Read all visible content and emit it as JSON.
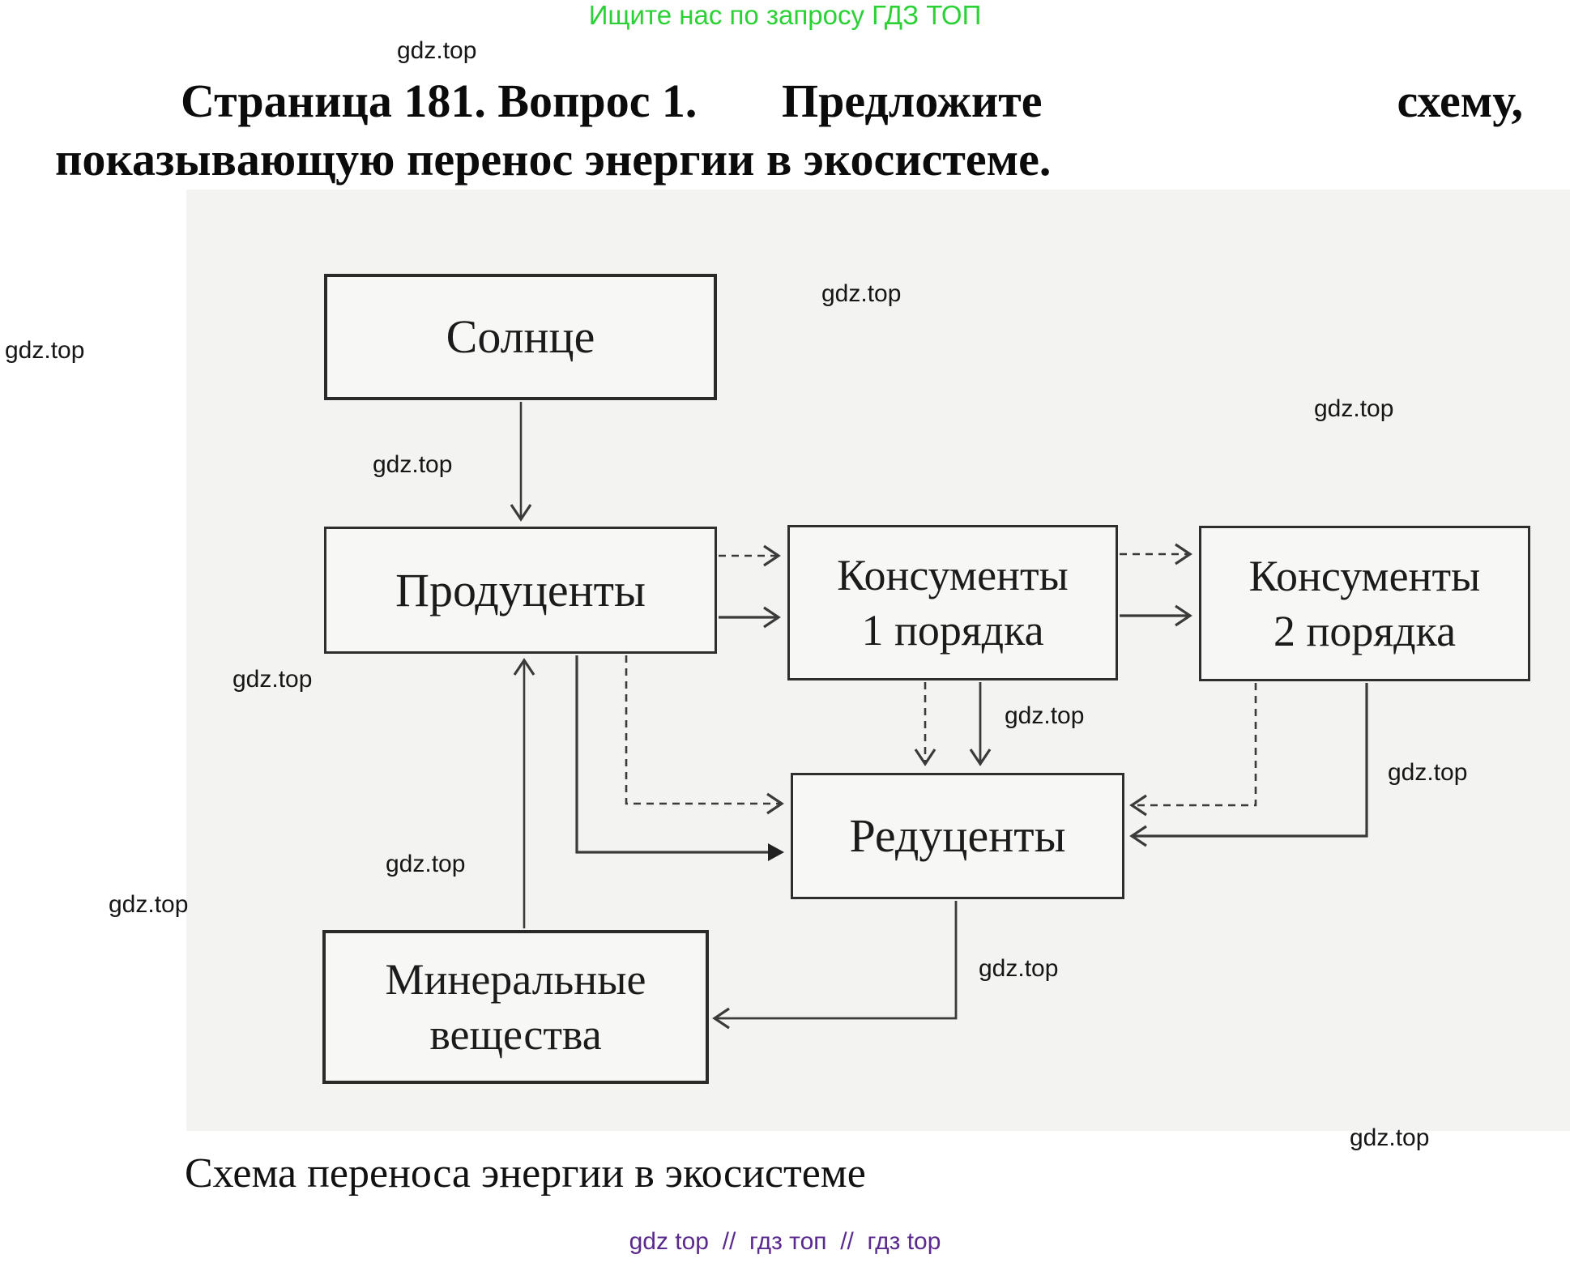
{
  "header": {
    "promo": "Ищите нас по запросу ГДЗ ТОП"
  },
  "watermark": {
    "label": "gdz.top"
  },
  "title": {
    "part1": "Страница 181. Вопрос 1.",
    "part2": "Предложите",
    "part3": "схему,",
    "line2": "показывающую перенос энергии в экосистеме."
  },
  "diagram": {
    "nodes": {
      "sun": {
        "label": "Солнце"
      },
      "producers": {
        "label": "Продуценты"
      },
      "consumers1": {
        "line1": "Консументы",
        "line2": "1 порядка"
      },
      "consumers2": {
        "line1": "Консументы",
        "line2": "2 порядка"
      },
      "reducers": {
        "label": "Редуценты"
      },
      "minerals": {
        "line1": "Минеральные",
        "line2": "вещества"
      }
    },
    "edges": [
      {
        "from": "sun",
        "to": "producers",
        "style": "solid"
      },
      {
        "from": "producers",
        "to": "consumers1",
        "style": "dashed"
      },
      {
        "from": "producers",
        "to": "consumers1",
        "style": "solid"
      },
      {
        "from": "consumers1",
        "to": "consumers2",
        "style": "dashed"
      },
      {
        "from": "consumers1",
        "to": "consumers2",
        "style": "solid"
      },
      {
        "from": "consumers1",
        "to": "reducers",
        "style": "dashed"
      },
      {
        "from": "consumers1",
        "to": "reducers",
        "style": "solid"
      },
      {
        "from": "producers",
        "to": "reducers",
        "style": "dashed"
      },
      {
        "from": "producers",
        "to": "reducers",
        "style": "solid"
      },
      {
        "from": "consumers2",
        "to": "reducers",
        "style": "dashed"
      },
      {
        "from": "consumers2",
        "to": "reducers",
        "style": "solid"
      },
      {
        "from": "reducers",
        "to": "minerals",
        "style": "solid"
      },
      {
        "from": "minerals",
        "to": "producers",
        "style": "solid"
      }
    ]
  },
  "caption": {
    "text": "Схема переноса энергии в экосистеме"
  },
  "footer": {
    "text": "gdz top  //  гдз топ  //  гдз top"
  },
  "colors": {
    "promo_green": "#2bd135",
    "footer_purple": "#5b2a8e",
    "panel_gray": "#f3f3f1",
    "line_dark": "#3a3a3a"
  }
}
